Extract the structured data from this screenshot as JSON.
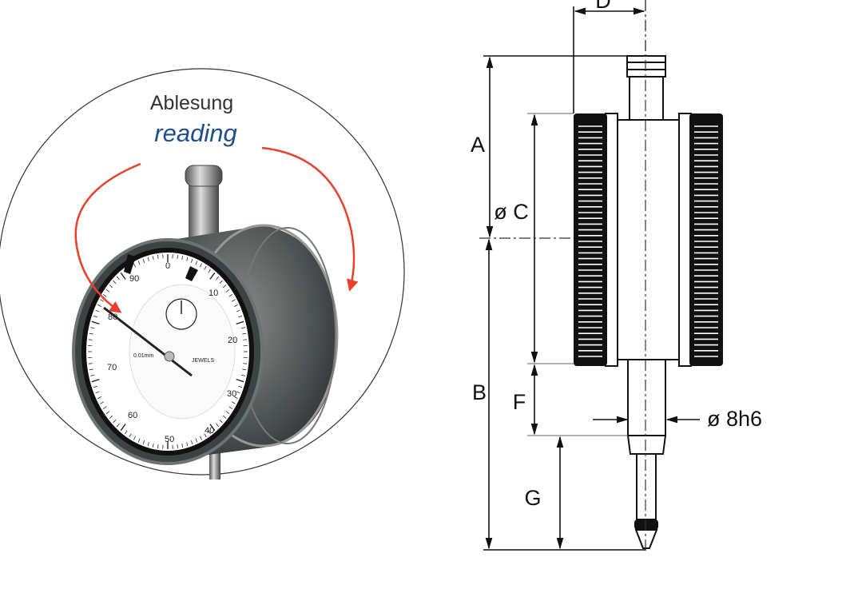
{
  "photo": {
    "label_de": "Ablesung",
    "label_en": "reading",
    "dial_numbers": [
      "0",
      "10",
      "20",
      "30",
      "40",
      "50",
      "60",
      "70",
      "80",
      "90"
    ],
    "dial_unit": "0.01mm",
    "dial_brand": "JEWELS",
    "arrow_color": "#e8402a",
    "label_en_color": "#1f4e8c"
  },
  "drawing": {
    "labels": {
      "a": "A",
      "b": "B",
      "c": "ø C",
      "d": "D",
      "f": "F",
      "g": "G",
      "stem": "ø 8h6"
    }
  }
}
